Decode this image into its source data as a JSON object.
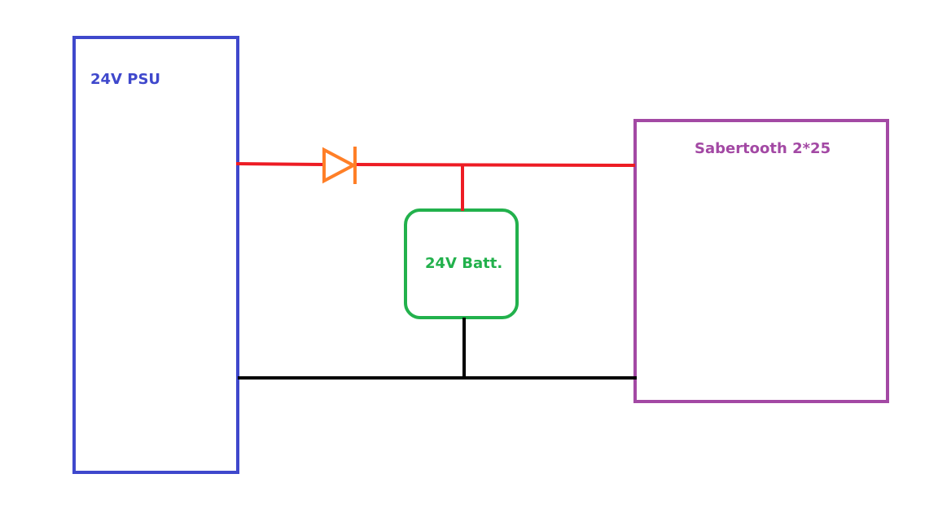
{
  "components": {
    "psu": {
      "label": "24V PSU",
      "color": "#3f48cc"
    },
    "battery": {
      "label": "24V Batt.",
      "color": "#22b14c"
    },
    "controller": {
      "label": "Sabertooth 2*25",
      "color": "#a349a4"
    },
    "diode": {
      "color": "#ff7f27"
    }
  },
  "wires": {
    "positive_color": "#ed1c24",
    "ground_color": "#000000"
  }
}
